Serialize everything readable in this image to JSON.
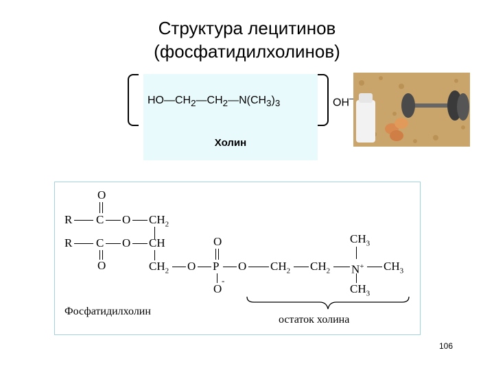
{
  "slide": {
    "title_line1": "Структура лецитинов",
    "title_line2": "(фосфатидилхолинов)",
    "page_number": "106"
  },
  "choline": {
    "formula_parts": [
      "HO",
      "CH",
      "2",
      "CH",
      "2",
      "N(CH",
      "3",
      ")",
      "3"
    ],
    "counter_ion": "OH",
    "name": "Холин"
  },
  "phospholipid": {
    "R1": "R",
    "R2": "R",
    "C": "C",
    "O": "O",
    "P": "P",
    "CH": "CH",
    "CH2": "CH",
    "sub2": "2",
    "CH3": "CH",
    "sub3": "3",
    "N": "N",
    "name": "Фосфатидилхолин",
    "residue_label": "остаток холина"
  },
  "photo": {
    "description_icon": "protein-supplement-photo"
  }
}
